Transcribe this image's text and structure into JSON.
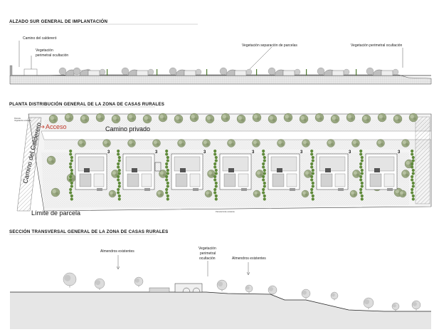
{
  "sections": {
    "elevation_title": "ALZADO SUR GENERAL DE IMPLANTACIÓN",
    "plan_title": "PLANTA DISTRIBUCIÓN GENERAL DE LA ZONA DE CASAS RURALES",
    "section_title": "SECCIÓN TRANSVERSAL GENERAL DE LA ZONA DE CASAS RURALES"
  },
  "elevation": {
    "label_camino": "Camino del caldereró",
    "label_veg_perim": [
      "Vegetación",
      "perimetral ocultación"
    ],
    "label_veg_sep": "Vegetación separación de parcelas",
    "label_veg_perim_right": "Vegetación perimetral ocultación"
  },
  "plan": {
    "acceso": "Acceso",
    "camino_privado": "Camino privado",
    "camino_calderero": "Camino del Calderero",
    "limite_parcela": "Límite de parcela",
    "small_label_top": [
      "Parcela",
      "Vegetación existente"
    ],
    "small_label_bottom": "Parcela límite existente",
    "parcel_number": "3"
  },
  "section": {
    "almendros_left": "Almendros existentes",
    "veg_center": [
      "Vegetación",
      "perimetral",
      "ocultación"
    ],
    "almendros_right": "Almendros existentes"
  },
  "colors": {
    "tree_fill": "#9aa882",
    "tree_dark": "#6f7f5a",
    "shrub": "#5f8a3a",
    "hatch": "#cfcfcf",
    "accent": "#c0392b"
  }
}
